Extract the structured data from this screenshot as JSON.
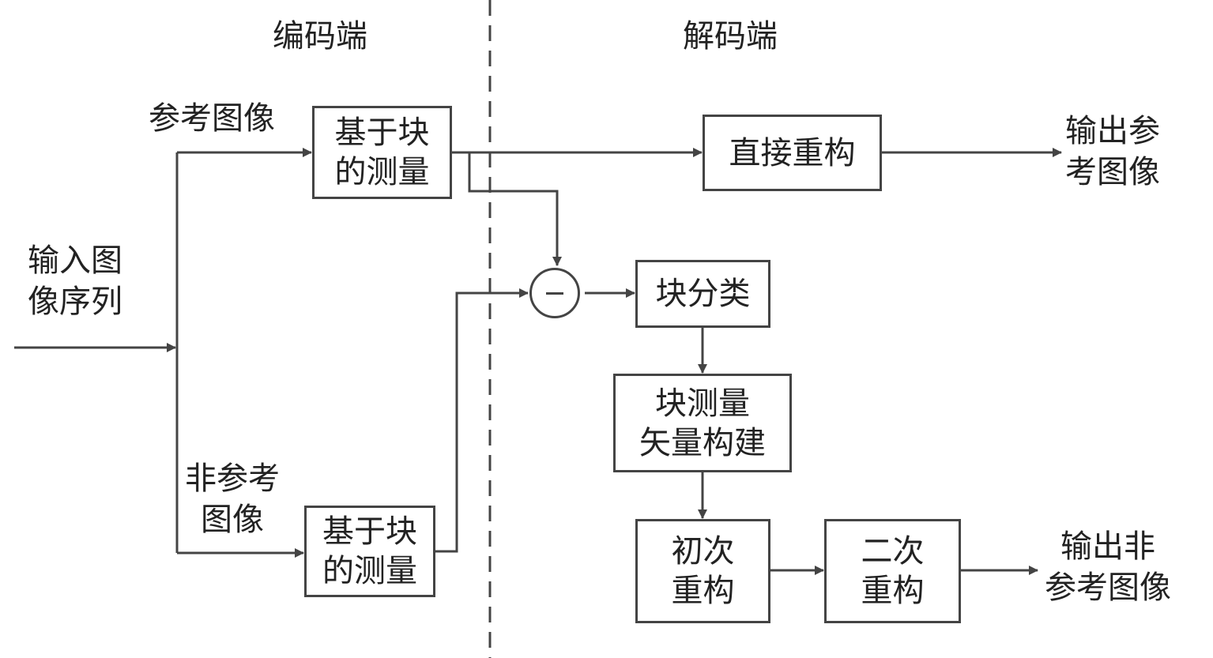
{
  "sections": {
    "encoder": "编码端",
    "decoder": "解码端"
  },
  "labels": {
    "input": [
      "输入图",
      "像序列"
    ],
    "reference": "参考图像",
    "non_reference": [
      "非参考",
      "图像"
    ],
    "output_reference": [
      "输出参",
      "考图像"
    ],
    "output_non_reference": [
      "输出非",
      "参考图像"
    ]
  },
  "boxes": {
    "ref_measure": [
      "基于块",
      "的测量"
    ],
    "nonref_measure": [
      "基于块",
      "的测量"
    ],
    "direct_recon": [
      "直接重构"
    ],
    "block_classify": [
      "块分类"
    ],
    "vector_build": [
      "块测量",
      "矢量构建"
    ],
    "initial_recon": [
      "初次",
      "重构"
    ],
    "secondary_recon": [
      "二次",
      "重构"
    ]
  },
  "subtract_node": "minus",
  "colors": {
    "line": "#444444",
    "text": "#222222"
  }
}
